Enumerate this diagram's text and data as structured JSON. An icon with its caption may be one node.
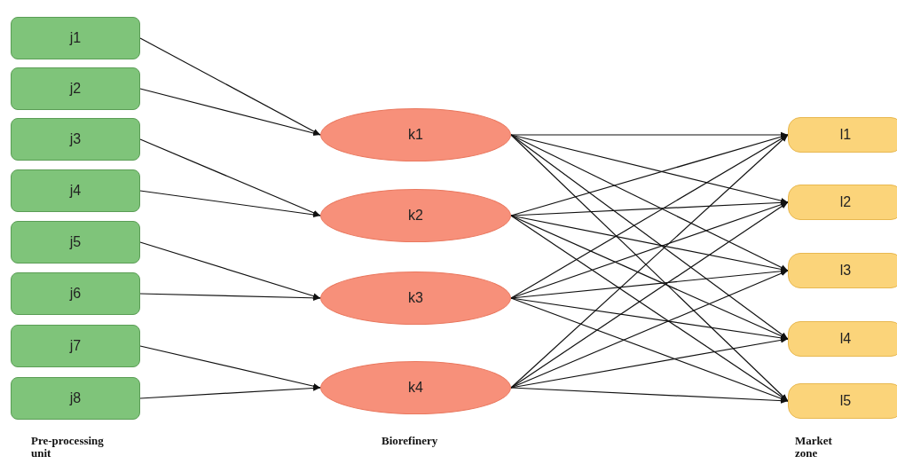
{
  "diagram": {
    "nodes": [
      {
        "text": [
          "j1"
        ]
      },
      {
        "text": [
          "j2"
        ]
      },
      {
        "text": [
          "j3"
        ]
      },
      {
        "text": [
          "j4"
        ]
      },
      {
        "text": [
          "j5"
        ]
      },
      {
        "text": [
          "j6"
        ]
      },
      {
        "text": [
          "j7"
        ]
      },
      {
        "text": [
          "j8"
        ]
      },
      {
        "text": [
          "k1"
        ]
      },
      {
        "text": [
          "k2"
        ]
      },
      {
        "text": [
          "k3"
        ]
      },
      {
        "text": [
          "k4"
        ]
      },
      {
        "text": [
          "l1"
        ]
      },
      {
        "text": [
          "l2"
        ]
      },
      {
        "text": [
          "l3"
        ]
      },
      {
        "text": [
          "l4"
        ]
      },
      {
        "text": [
          "l5"
        ]
      }
    ],
    "edges": [
      {
        "from": 0,
        "to": 8,
        "arrow": "to"
      },
      {
        "from": 1,
        "to": 8,
        "arrow": "to"
      },
      {
        "from": 2,
        "to": 9,
        "arrow": "to"
      },
      {
        "from": 3,
        "to": 9,
        "arrow": "to"
      },
      {
        "from": 4,
        "to": 10,
        "arrow": "to"
      },
      {
        "from": 5,
        "to": 10,
        "arrow": "to"
      },
      {
        "from": 6,
        "to": 11,
        "arrow": "to"
      },
      {
        "from": 7,
        "to": 11,
        "arrow": "to"
      },
      {
        "from": 8,
        "to": 12,
        "arrow": "to"
      },
      {
        "from": 8,
        "to": 13,
        "arrow": "to"
      },
      {
        "from": 8,
        "to": 14,
        "arrow": "to"
      },
      {
        "from": 8,
        "to": 15,
        "arrow": "to"
      },
      {
        "from": 8,
        "to": 16,
        "arrow": "to"
      },
      {
        "from": 9,
        "to": 12,
        "arrow": "to"
      },
      {
        "from": 9,
        "to": 13,
        "arrow": "to"
      },
      {
        "from": 9,
        "to": 14,
        "arrow": "to"
      },
      {
        "from": 9,
        "to": 15,
        "arrow": "to"
      },
      {
        "from": 9,
        "to": 16,
        "arrow": "to"
      },
      {
        "from": 10,
        "to": 12,
        "arrow": "to"
      },
      {
        "from": 10,
        "to": 13,
        "arrow": "to"
      },
      {
        "from": 10,
        "to": 14,
        "arrow": "to"
      },
      {
        "from": 10,
        "to": 15,
        "arrow": "to"
      },
      {
        "from": 10,
        "to": 16,
        "arrow": "to"
      },
      {
        "from": 11,
        "to": 12,
        "arrow": "to"
      },
      {
        "from": 11,
        "to": 13,
        "arrow": "to"
      },
      {
        "from": 11,
        "to": 14,
        "arrow": "to"
      },
      {
        "from": 11,
        "to": 15,
        "arrow": "to"
      },
      {
        "from": 11,
        "to": 16,
        "arrow": "to"
      }
    ],
    "labels": [
      "Pre-processing unit",
      "Biorefinery",
      "Market zone"
    ]
  }
}
